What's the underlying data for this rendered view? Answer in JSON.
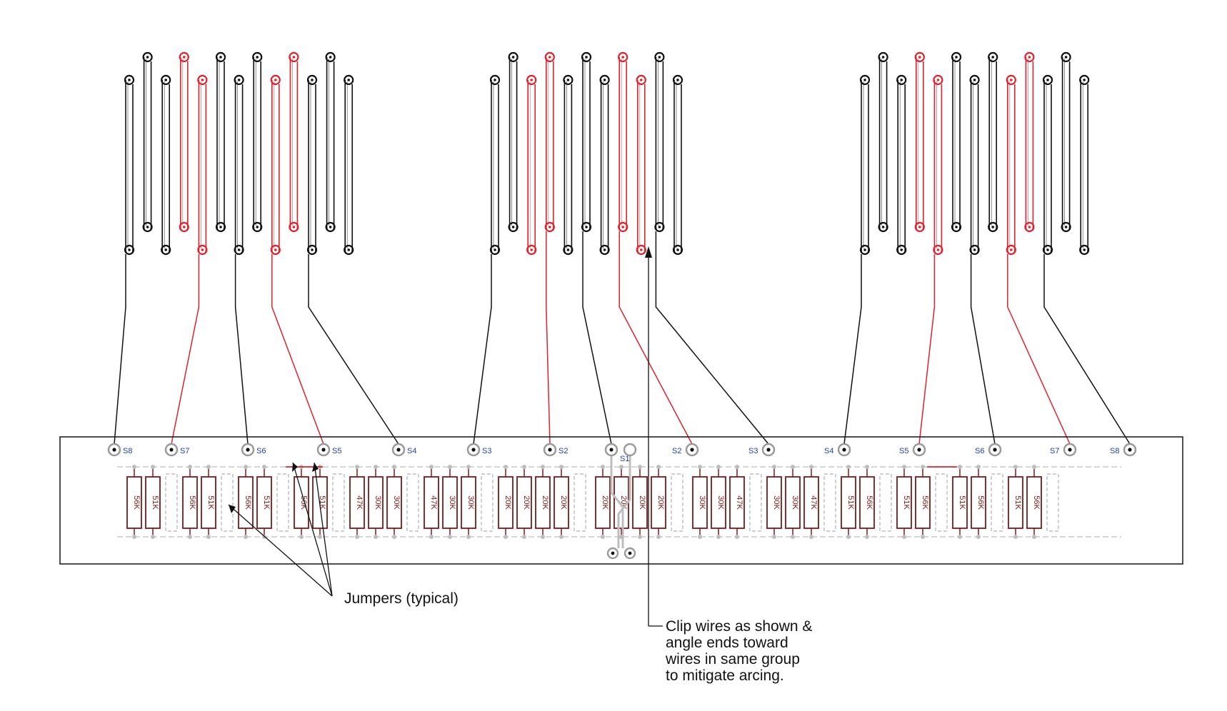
{
  "colors": {
    "black_wire": "#111111",
    "red_wire": "#e0222c",
    "resistor": "#7a1a1a",
    "pad": "#9a9a9a",
    "trace": "#bdbdbd",
    "label": "#1f3fb0"
  },
  "wire_groups": [
    {
      "name": "left",
      "seq": "BBBRRBBBRRBBB",
      "feed": [
        0,
        4,
        6,
        8,
        10
      ],
      "mid": 0
    },
    {
      "name": "center",
      "seq": "BBRRBBBRRBB",
      "feed": [
        0,
        3,
        5,
        7,
        9
      ],
      "mid": 5
    },
    {
      "name": "right",
      "seq": "BBBRRBBBRRBBB",
      "feed": [
        0,
        4,
        6,
        8,
        10
      ],
      "mid": 0
    }
  ],
  "terminals": {
    "left": [
      "S8",
      "S7",
      "S6",
      "S5",
      "S4",
      "S3",
      "S2"
    ],
    "center": [
      "S1"
    ],
    "right": [
      "S2",
      "S3",
      "S4",
      "S5",
      "S6",
      "S7",
      "S8"
    ]
  },
  "resistor_groups": [
    [
      "56K",
      "51K"
    ],
    [
      "56K",
      "51K"
    ],
    [
      "56K",
      "51K"
    ],
    [
      "56K",
      "51K"
    ],
    [
      "47K",
      "30K",
      "30K"
    ],
    [
      "47K",
      "30K",
      "30K"
    ],
    [
      "20K",
      "20K",
      "20K",
      "20K"
    ],
    [
      "20K",
      "20K",
      "20K",
      "20K"
    ],
    [
      "30K",
      "30K",
      "47K"
    ],
    [
      "30K",
      "30K",
      "47K"
    ],
    [
      "51K",
      "56K"
    ],
    [
      "51K",
      "56K"
    ],
    [
      "51K",
      "56K"
    ],
    [
      "51K",
      "56K"
    ]
  ],
  "annotations": {
    "jumpers": "Jumpers  (typical)",
    "clip_lines": [
      "Clip wires as shown &",
      "angle ends toward",
      "wires in same group",
      "to mitigate arcing."
    ]
  }
}
